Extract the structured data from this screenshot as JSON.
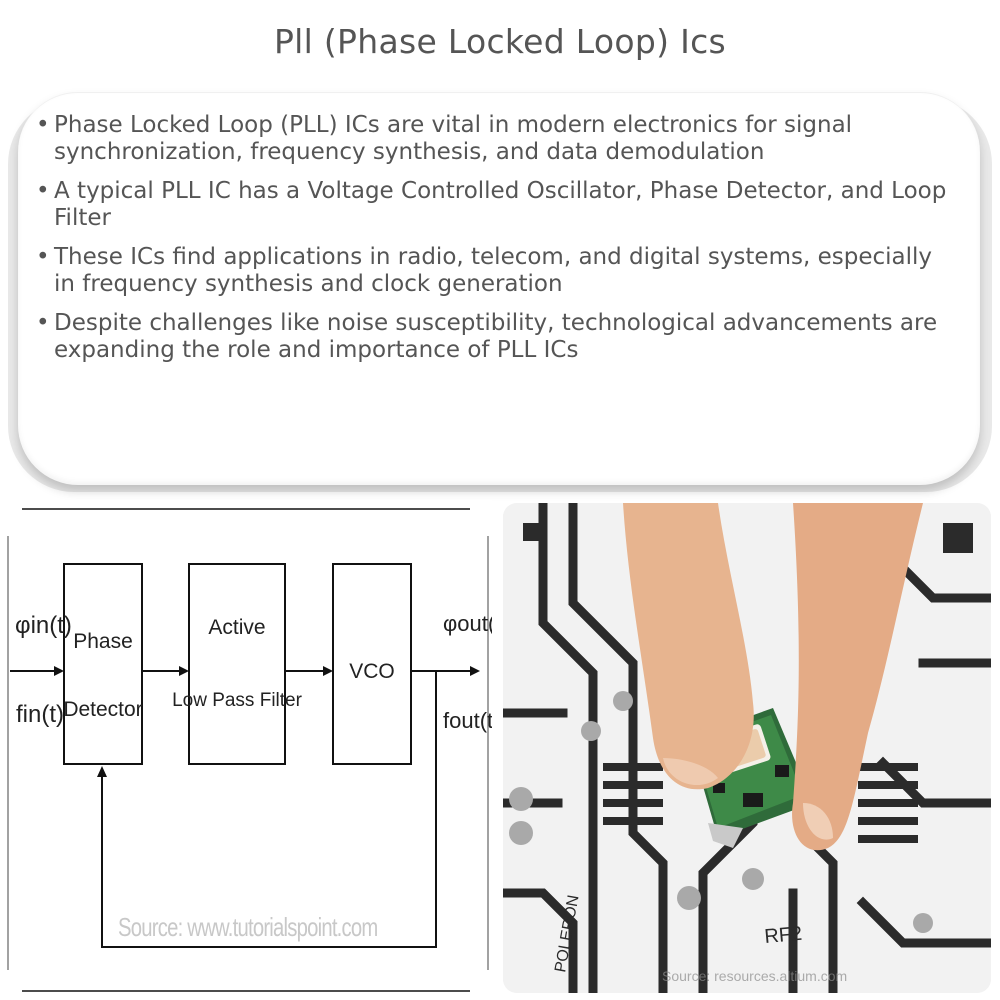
{
  "title": "Pll (Phase Locked Loop) Ics",
  "bullets": [
    "Phase Locked Loop (PLL) ICs are vital in modern electronics for signal synchronization, frequency synthesis, and data demodulation",
    "A typical PLL IC has a Voltage Controlled Oscillator, Phase Detector, and Loop Filter",
    "These ICs find applications in radio, telecom, and digital systems, especially in frequency synthesis and clock generation",
    "Despite challenges like noise susceptibility, technological advancements are expanding the role and importance of PLL ICs"
  ],
  "diagram": {
    "input_phase": "φin(t)",
    "input_freq": "fin(t)",
    "block1_line1": "Phase",
    "block1_line2": "Detector",
    "block2_line1": "Active",
    "block2_line2": "Low Pass Filter",
    "block3": "VCO",
    "output_phase": "φout(t)",
    "output_freq": "fout(t)",
    "source": "Source: www.tutorialspoint.com"
  },
  "photo": {
    "board_text_1": "POLERON",
    "board_text_2": "RF2",
    "source": "Source: resources.altium.com"
  }
}
